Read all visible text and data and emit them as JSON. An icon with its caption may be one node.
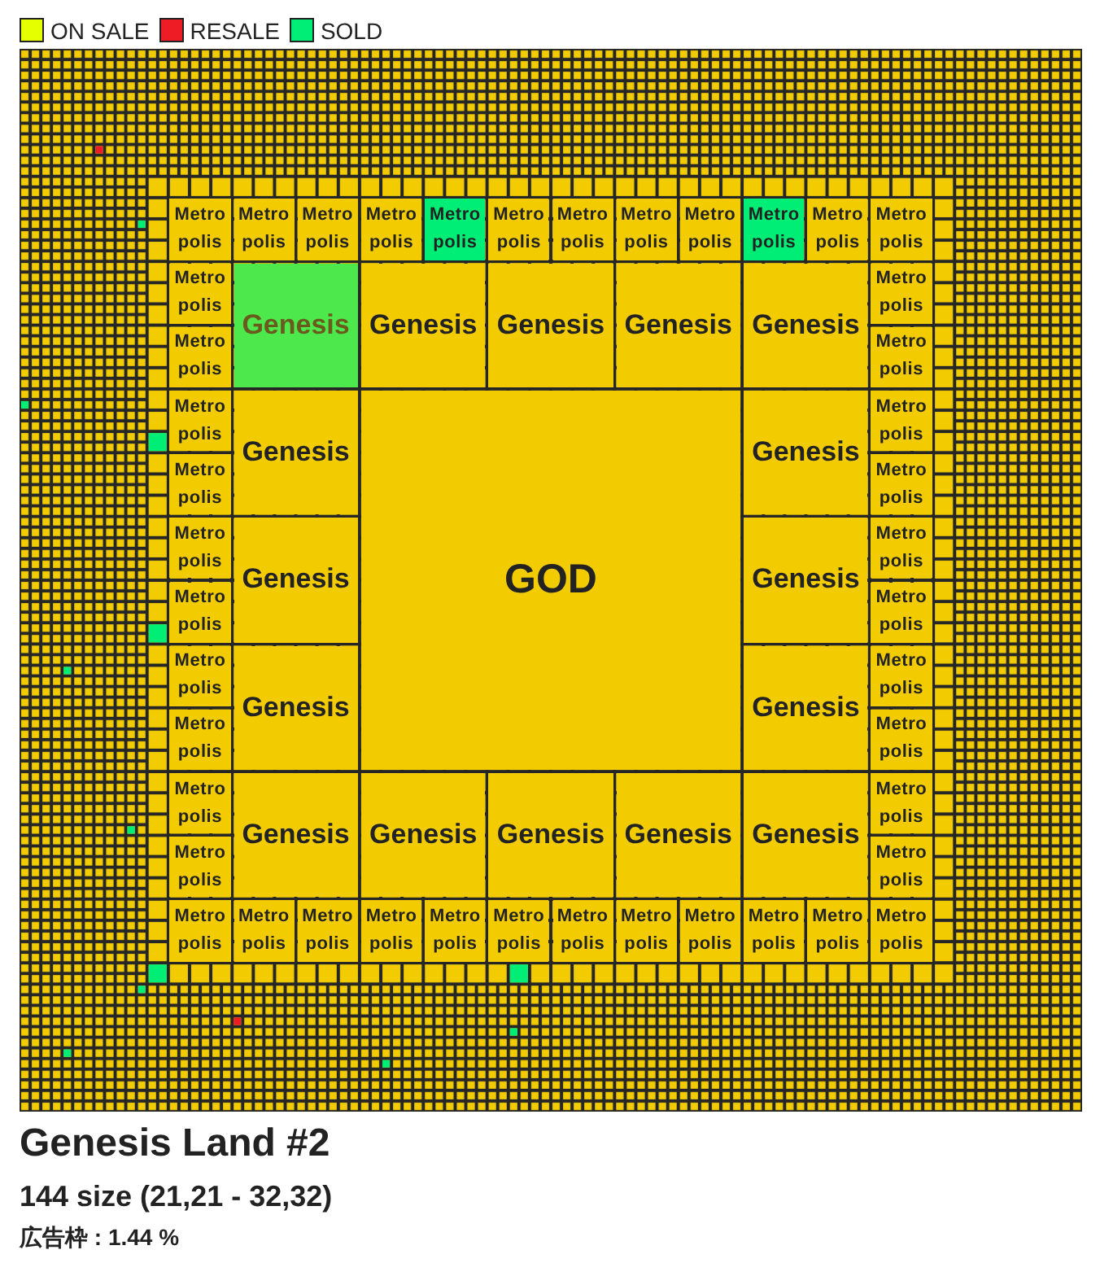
{
  "diagram": {
    "title": "Genesis Land #2",
    "nodes": [
      {
        "text": [
          "Metro polis"
        ]
      },
      {
        "text": [
          "Metro polis"
        ]
      },
      {
        "text": [
          "Metro polis"
        ]
      },
      {
        "text": [
          "Metro polis"
        ]
      },
      {
        "text": [
          "Metro polis"
        ]
      },
      {
        "text": [
          "Metro polis"
        ]
      },
      {
        "text": [
          "Metro polis"
        ]
      },
      {
        "text": [
          "Metro polis"
        ]
      },
      {
        "text": [
          "Metro polis"
        ]
      },
      {
        "text": [
          "Metro polis"
        ]
      },
      {
        "text": [
          "Metro polis"
        ]
      },
      {
        "text": [
          "Metro polis"
        ]
      },
      {
        "text": [
          "Metro polis"
        ]
      },
      {
        "text": [
          "Genesis"
        ]
      },
      {
        "text": [
          "Genesis"
        ]
      },
      {
        "text": [
          "Genesis"
        ]
      },
      {
        "text": [
          "Genesis"
        ]
      },
      {
        "text": [
          "Genesis"
        ]
      },
      {
        "text": [
          "Metro polis"
        ]
      },
      {
        "text": [
          "Metro polis"
        ]
      },
      {
        "text": [
          "Metro polis"
        ]
      },
      {
        "text": [
          "Metro polis"
        ]
      },
      {
        "text": [
          "Genesis"
        ]
      },
      {
        "text": [
          "GOD"
        ]
      },
      {
        "text": [
          "Genesis"
        ]
      },
      {
        "text": [
          "Metro polis"
        ]
      },
      {
        "text": [
          "Metro polis"
        ]
      },
      {
        "text": [
          "Metro polis"
        ]
      },
      {
        "text": [
          "Metro polis"
        ]
      },
      {
        "text": [
          "Genesis"
        ]
      },
      {
        "text": [
          "Genesis"
        ]
      },
      {
        "text": [
          "Metro polis"
        ]
      },
      {
        "text": [
          "Metro polis"
        ]
      },
      {
        "text": [
          "Metro polis"
        ]
      },
      {
        "text": [
          "Metro polis"
        ]
      },
      {
        "text": [
          "Genesis"
        ]
      },
      {
        "text": [
          "Genesis"
        ]
      },
      {
        "text": [
          "Metro polis"
        ]
      },
      {
        "text": [
          "Metro polis"
        ]
      },
      {
        "text": [
          "Metro polis"
        ]
      },
      {
        "text": [
          "Metro polis"
        ]
      },
      {
        "text": [
          "Genesis"
        ]
      },
      {
        "text": [
          "Genesis"
        ]
      },
      {
        "text": [
          "Genesis"
        ]
      },
      {
        "text": [
          "Genesis"
        ]
      },
      {
        "text": [
          "Genesis"
        ]
      },
      {
        "text": [
          "Metro polis"
        ]
      },
      {
        "text": [
          "Metro polis"
        ]
      },
      {
        "text": [
          "Metro polis"
        ]
      },
      {
        "text": [
          "Metro polis"
        ]
      },
      {
        "text": [
          "Metro polis"
        ]
      },
      {
        "text": [
          "Metro polis"
        ]
      },
      {
        "text": [
          "Metro polis"
        ]
      },
      {
        "text": [
          "Metro polis"
        ]
      },
      {
        "text": [
          "Metro polis"
        ]
      },
      {
        "text": [
          "Metro polis"
        ]
      },
      {
        "text": [
          "Metro polis"
        ]
      },
      {
        "text": [
          "Metro polis"
        ]
      },
      {
        "text": [
          "Metro polis"
        ]
      },
      {
        "text": [
          "Metro polis"
        ]
      },
      {
        "text": [
          "Metro polis"
        ]
      }
    ],
    "labels": [
      "144 size (21,21 - 32,32)",
      "広告枠 : 1.44 %"
    ],
    "legend": [
      {
        "text": "ON SALE",
        "color": "#e5ff00"
      },
      {
        "text": "RESALE",
        "color": "#ee1c24"
      },
      {
        "text": "SOLD",
        "color": "#00ee76"
      }
    ]
  }
}
